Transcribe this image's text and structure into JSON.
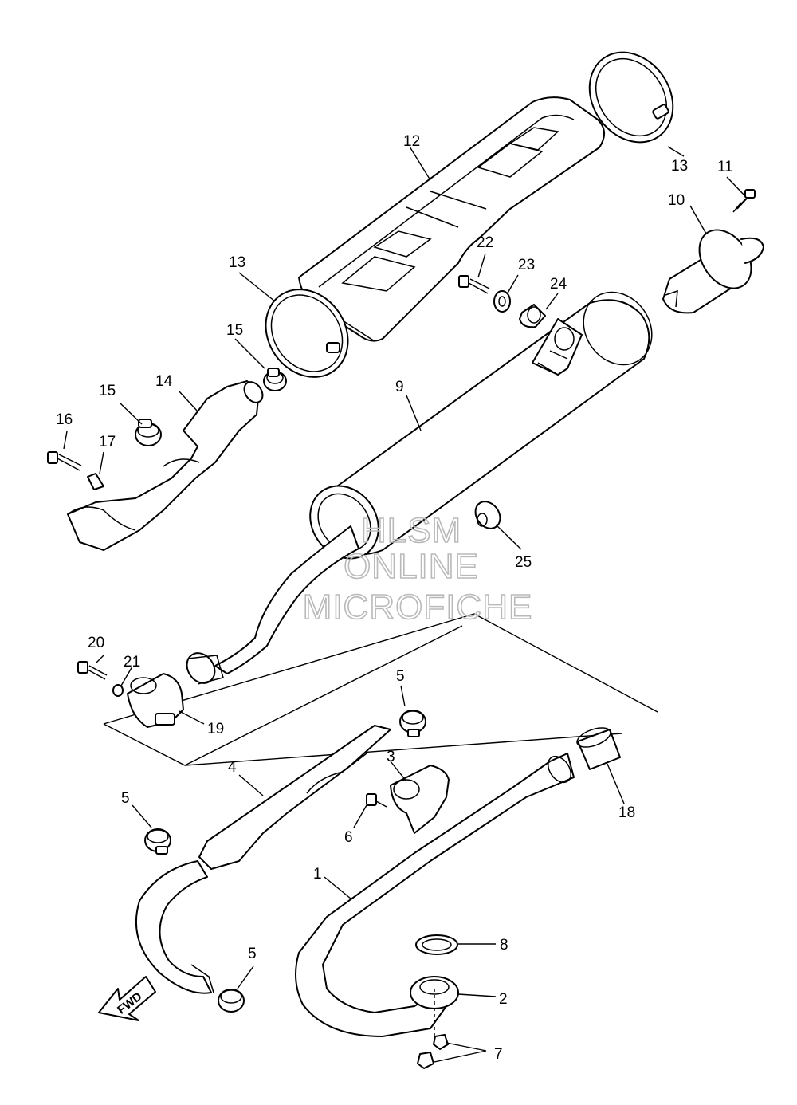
{
  "watermark": {
    "line1": "HLSM",
    "line2": "ONLINE",
    "line3": "MICROFICHE"
  },
  "direction_label": "FWD",
  "callouts": {
    "c1": "1",
    "c2": "2",
    "c3": "3",
    "c4": "4",
    "c5a": "5",
    "c5b": "5",
    "c5c": "5",
    "c6": "6",
    "c7": "7",
    "c8": "8",
    "c9": "9",
    "c10": "10",
    "c11": "11",
    "c12": "12",
    "c13a": "13",
    "c13b": "13",
    "c14": "14",
    "c15a": "15",
    "c15b": "15",
    "c16": "16",
    "c17": "17",
    "c18": "18",
    "c19": "19",
    "c20": "20",
    "c21": "21",
    "c22": "22",
    "c23": "23",
    "c24": "24",
    "c25": "25"
  }
}
